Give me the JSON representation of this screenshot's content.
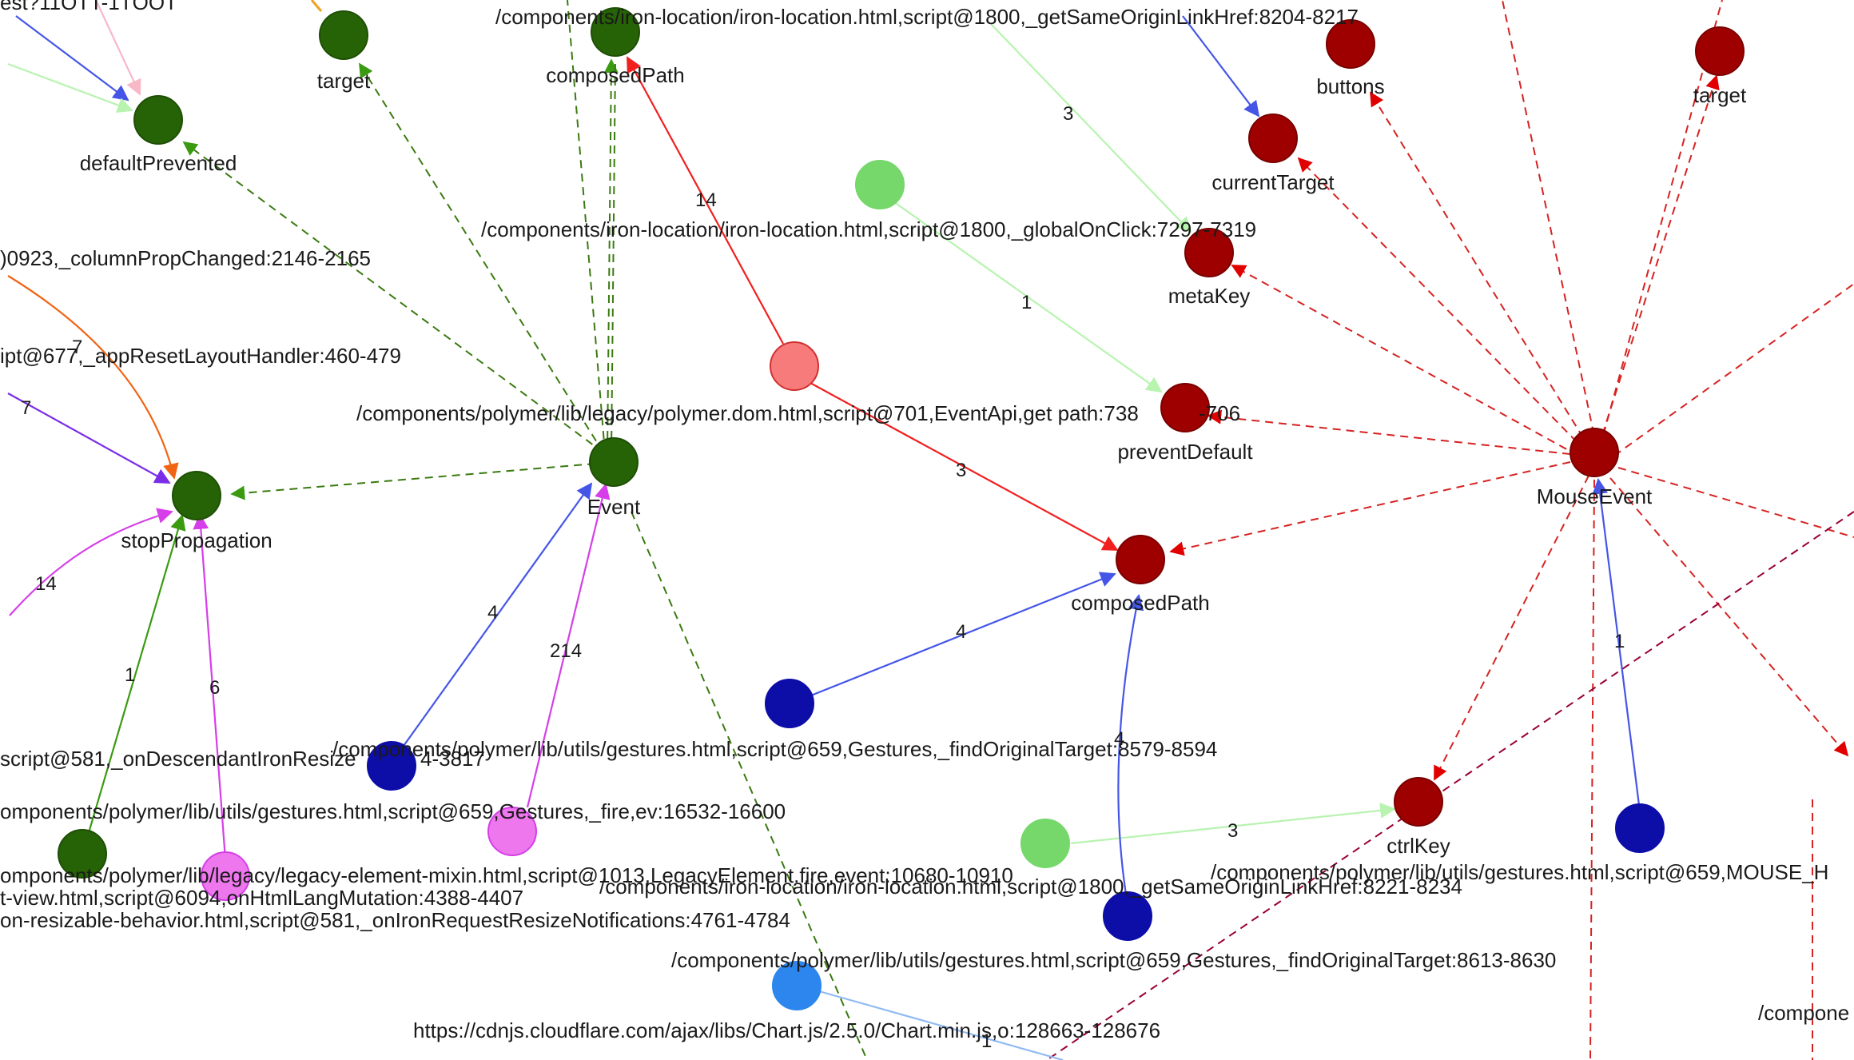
{
  "diagram": {
    "colors": {
      "dark_green": "#266206",
      "dark_red": "#9e0000",
      "navy": "#0d0da8",
      "light_green": "#76d76a",
      "pink": "#ee77ee",
      "salmon": "#f77b7b",
      "blue": "#2d86ed",
      "orange": "#f0a020",
      "edge_blue": "#4556e6",
      "edge_light_green": "#b8f3b0",
      "edge_red": "#f21f1f",
      "edge_magenta": "#d53ee8",
      "edge_purple": "#7a2de8",
      "edge_orange": "#f06414",
      "edge_pink": "#f7b8c8",
      "edge_light_blue": "#8fbaf3",
      "edge_dashed_green": "#3a7a10",
      "edge_dashed_red": "#d62222",
      "edge_dark_red": "#990033"
    },
    "node_labels": {
      "target_green": "target",
      "composedPath_top": "composedPath",
      "defaultPrevented": "defaultPrevented",
      "buttons": "buttons",
      "target_red": "target",
      "currentTarget": "currentTarget",
      "metaKey": "metaKey",
      "preventDefault": "preventDefault",
      "MouseEvent": "MouseEvent",
      "Event": "Event",
      "stopPropagation": "stopPropagation",
      "composedPath_mid": "composedPath",
      "ctrlKey": "ctrlKey"
    },
    "source_labels": {
      "top_left_cut": "est?11ÓTT-1TÓÓT",
      "iron_location_top": "/components/iron-location/iron-location.html,script@1800,_getSameOriginLinkHref:8204-8217",
      "global_on_click": "/components/iron-location/iron-location.html,script@1800,_globalOnClick:7297-7319",
      "column_prop_changed": ")0923,_columnPropChanged:2146-2165",
      "app_reset_layout": "ipt@677,_appResetLayoutHandler:460-479",
      "polymer_dom": "/components/polymer/lib/legacy/polymer.dom.html,script@701,EventApi,get path:738",
      "polymer_dom_tail": "-706",
      "find_original_target_1": "/components/polymer/lib/utils/gestures.html,script@659,Gestures,_findOriginalTarget:8579-8594",
      "descendant_iron_resize": "script@581,_onDescendantIronResize",
      "descendant_iron_resize_tail": "4-3817",
      "gestures_fire": "omponents/polymer/lib/utils/gestures.html,script@659,Gestures,_fire,ev:16532-16600",
      "legacy_element_fire": "omponents/polymer/lib/legacy/legacy-element-mixin.html,script@1013,LegacyElement.fire,event:10680-10910",
      "html_lang_mutation": "t-view.html,script@6094,onHtmlLangMutation:4388-4407",
      "iron_location_bottom": "/components/iron-location/iron-location.html,script@1800,_getSameOriginLinkHref:8221-8234",
      "gestures_mouse": "/components/polymer/lib/utils/gestures.html,script@659,MOUSE_H",
      "iron_request_resize": "on-resizable-behavior.html,script@581,_onIronRequestResizeNotifications:4761-4784",
      "find_original_target_2": "/components/polymer/lib/utils/gestures.html,script@659,Gestures,_findOriginalTarget:8613-8630",
      "chart_js": "https://cdnjs.cloudflare.com/ajax/libs/Chart.js/2.5.0/Chart.min.js,o:128663-128676",
      "compone_cut": "/compone"
    },
    "edge_labels": {
      "e_3_top": "3",
      "e_14_red": "14",
      "e_1_light": "1",
      "e_7_orange": "7",
      "e_7_purple": "7",
      "e_3_red": "3",
      "e_14_magenta": "14",
      "e_4_blue": "4",
      "e_214": "214",
      "e_4_blue_mid": "4",
      "e_1_green": "1",
      "e_6": "6",
      "e_1_blue": "1",
      "e_4_blue_low": "4",
      "e_3_light_low": "3",
      "e_1_chart": "1"
    }
  }
}
